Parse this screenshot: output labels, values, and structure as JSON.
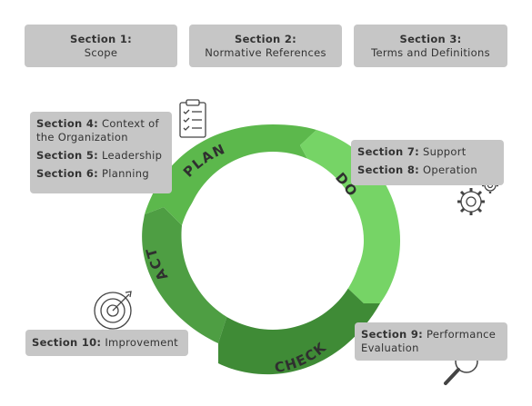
{
  "top_sections": [
    {
      "title": "Section 1:",
      "subtitle": "Scope"
    },
    {
      "title": "Section 2:",
      "subtitle": "Normative References"
    },
    {
      "title": "Section 3:",
      "subtitle": "Terms and Definitions"
    }
  ],
  "plan_box": {
    "rows": [
      {
        "title": "Section 4:",
        "text": "Context of the Organization"
      },
      {
        "title": "Section 5:",
        "text": "Leadership"
      },
      {
        "title": "Section 6:",
        "text": "Planning"
      }
    ],
    "icon": "checklist-clipboard-icon"
  },
  "do_box": {
    "rows": [
      {
        "title": "Section 7:",
        "text": "Support"
      },
      {
        "title": "Section 8:",
        "text": "Operation"
      }
    ],
    "icon": "gears-icon"
  },
  "check_box": {
    "rows": [
      {
        "title": "Section 9:",
        "text": "Performance Evaluation"
      }
    ],
    "icon": "magnifying-glass-icon"
  },
  "act_box": {
    "rows": [
      {
        "title": "Section 10:",
        "text": "Improvement"
      }
    ],
    "icon": "target-icon"
  },
  "cycle": {
    "plan": "PLAN",
    "do": "DO",
    "check": "CHECK",
    "act": "ACT"
  },
  "colors": {
    "box_bg": "#c6c6c6",
    "plan": "#5cb84c",
    "do": "#76d466",
    "check": "#3f8b36",
    "act": "#4e9e43",
    "text": "#333333"
  }
}
